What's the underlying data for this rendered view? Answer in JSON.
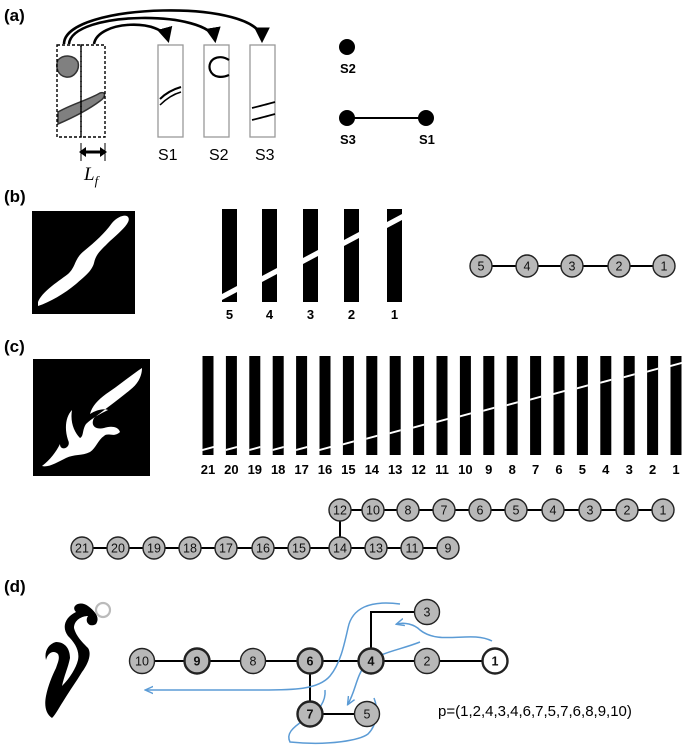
{
  "panels": {
    "a": {
      "label": "(a)",
      "strip_labels": [
        "S1",
        "S2",
        "S3"
      ],
      "width_label": "L",
      "width_sub": "f",
      "graph_nodes": [
        "S2",
        "S3",
        "S1"
      ]
    },
    "b": {
      "label": "(b)",
      "strip_indices": [
        "5",
        "4",
        "3",
        "2",
        "1"
      ],
      "graph_nodes": [
        "5",
        "4",
        "3",
        "2",
        "1"
      ]
    },
    "c": {
      "label": "(c)",
      "strip_indices": [
        "21",
        "20",
        "19",
        "18",
        "17",
        "16",
        "15",
        "14",
        "13",
        "12",
        "11",
        "10",
        "9",
        "8",
        "7",
        "6",
        "5",
        "4",
        "3",
        "2",
        "1"
      ],
      "top_row": [
        "12",
        "10",
        "8",
        "7",
        "6",
        "5",
        "4",
        "3",
        "2",
        "1"
      ],
      "bottom_row": [
        "21",
        "20",
        "19",
        "18",
        "17",
        "16",
        "15",
        "14",
        "13",
        "11",
        "9"
      ]
    },
    "d": {
      "label": "(d)",
      "nodes": [
        "10",
        "9",
        "8",
        "6",
        "4",
        "2",
        "1",
        "3",
        "7",
        "5"
      ],
      "path_text": "p=(1,2,4,3,4,6,7,5,7,6,8,9,10)"
    }
  },
  "colors": {
    "node_fill": "#b8b8b8",
    "node_stroke": "#222222",
    "arrow_blue": "#5b9bd5",
    "dark_blob": "#808080"
  }
}
